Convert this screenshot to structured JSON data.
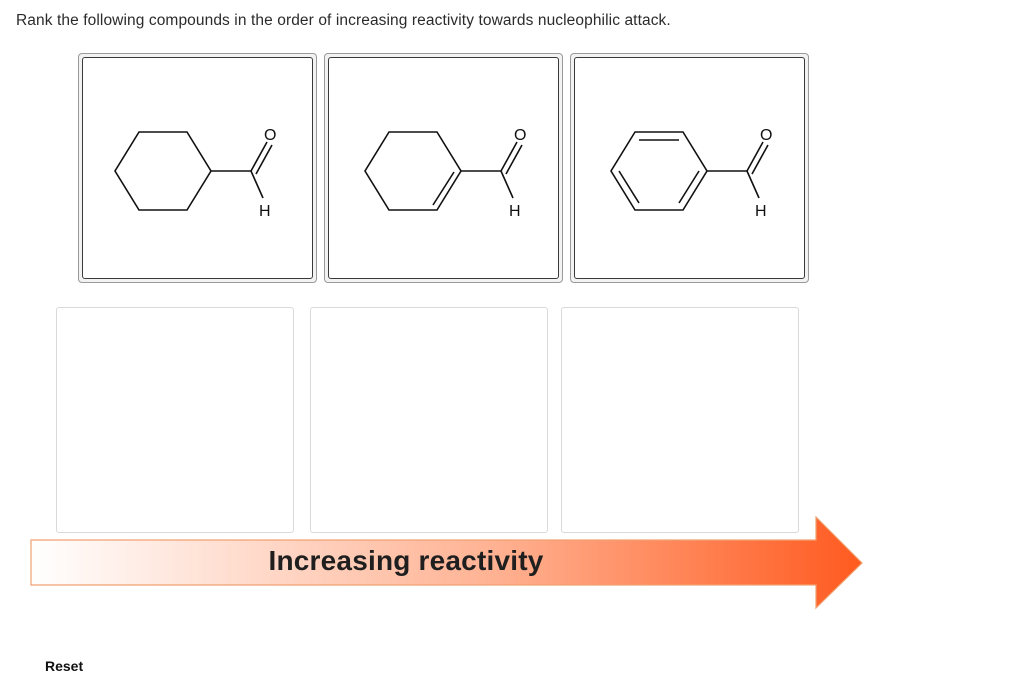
{
  "question": {
    "text": "Rank the following compounds in the order of increasing reactivity towards nucleophilic attack."
  },
  "compounds": [
    {
      "name": "cyclohexanecarbaldehyde",
      "o_label": "O",
      "h_label": "H"
    },
    {
      "name": "cyclohexene-carbaldehyde",
      "o_label": "O",
      "h_label": "H"
    },
    {
      "name": "benzaldehyde",
      "o_label": "O",
      "h_label": "H"
    }
  ],
  "drop_zones": {
    "count": 3
  },
  "reactivity_arrow": {
    "label": "Increasing reactivity",
    "color_start": "#ffffff",
    "color_end": "#ff5a1f"
  },
  "reset": {
    "label": "Reset"
  }
}
